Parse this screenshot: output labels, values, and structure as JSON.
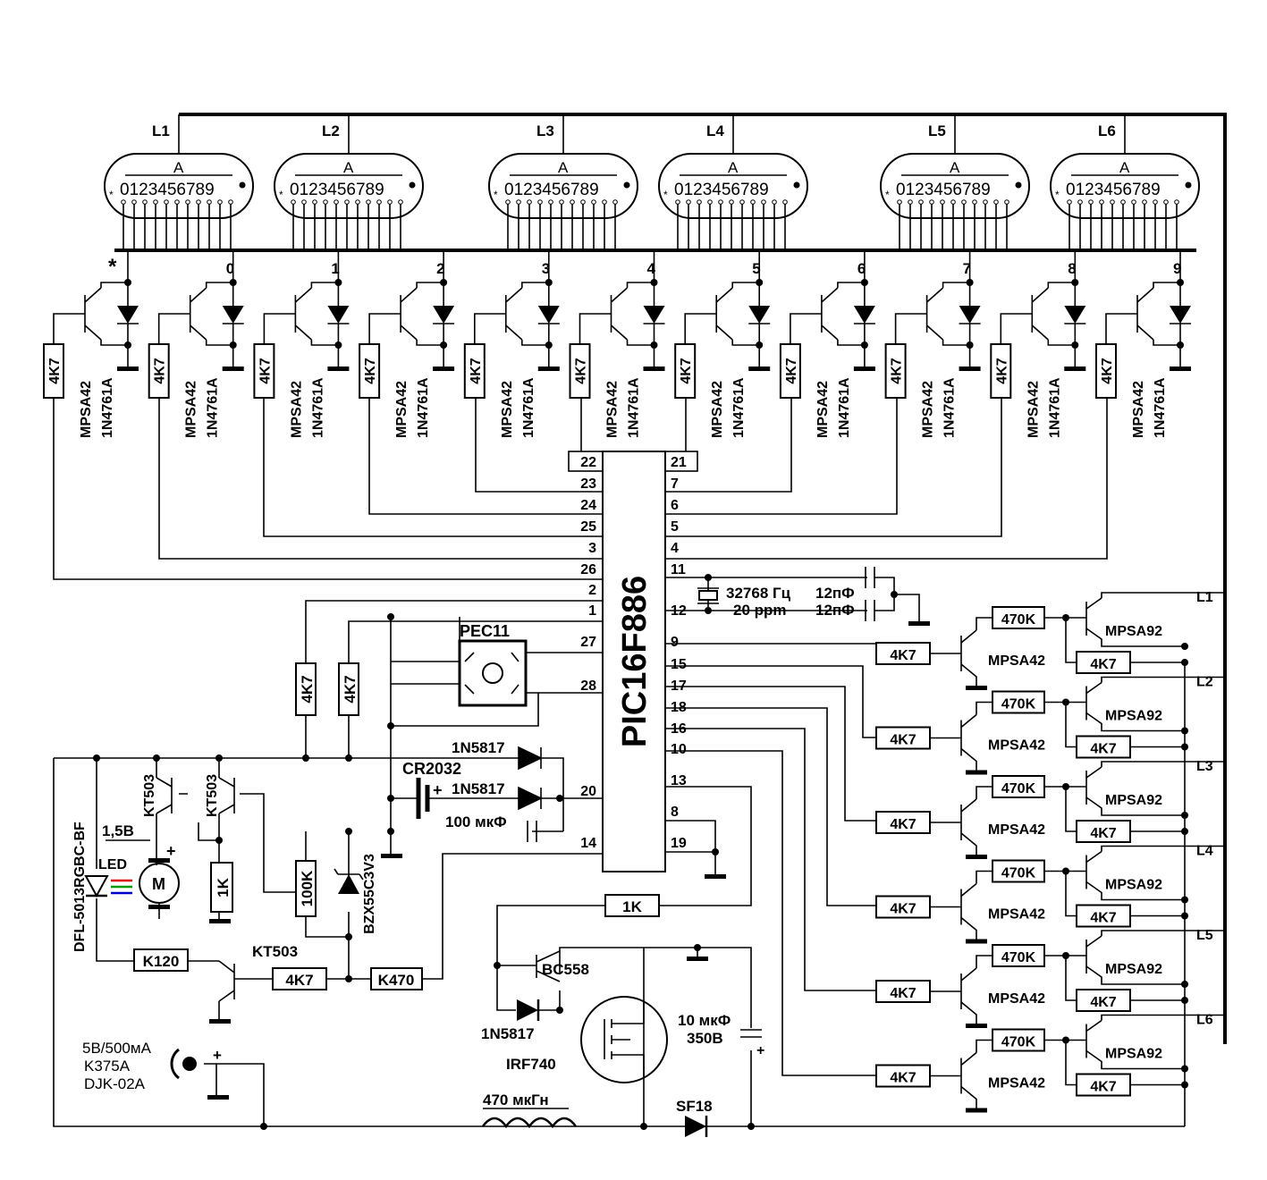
{
  "anodes": [
    "L1",
    "L2",
    "L3",
    "L4",
    "L5",
    "L6"
  ],
  "tube": {
    "anode_label": "A",
    "digits": "0123456789",
    "star": "*"
  },
  "cathode_labels": [
    "*",
    "0",
    "1",
    "2",
    "3",
    "4",
    "5",
    "6",
    "7",
    "8",
    "9"
  ],
  "cathode_driver": {
    "resistor": "4K7",
    "transistor": "MPSA42",
    "zener": "1N4761A"
  },
  "mcu": {
    "name": "PIC16F886",
    "left_pins": [
      "22",
      "23",
      "24",
      "25",
      "3",
      "26",
      "2",
      "1",
      "27",
      "28",
      "20",
      "14"
    ],
    "right_pins": [
      "21",
      "7",
      "6",
      "5",
      "4",
      "11",
      "12",
      "9",
      "15",
      "17",
      "18",
      "16",
      "10",
      "13",
      "8",
      "19"
    ]
  },
  "crystal": {
    "freq": "32768 Гц",
    "ppm": "20 ppm",
    "cap1": "12пФ",
    "cap2": "12пФ"
  },
  "anode_driver": {
    "r_base": "4K7",
    "r_470": "470K",
    "r_pull": "4K7",
    "npn": "MPSA42",
    "pnp": "MPSA92"
  },
  "encoder": "PEC11",
  "power": {
    "battery": "CR2032",
    "diode1": "1N5817",
    "diode2": "1N5817",
    "cap": "100 мкФ",
    "zener": "BZX55C3V3",
    "r1": "4K7",
    "r2": "4K7",
    "r_100k": "100K",
    "plus": "+"
  },
  "motor_block": {
    "t1": "KT503",
    "t2": "KT503",
    "t3": "KT503",
    "motor": "M",
    "voltage": "1,5В",
    "r_1k": "1K",
    "led_part": "DFL-5013RGBC-BF",
    "led_text": "LED",
    "r_k120": "K120",
    "r_4k7": "4K7",
    "r_k470": "K470"
  },
  "boost": {
    "r_1k": "1K",
    "pnp": "BC558",
    "diode": "1N5817",
    "mosfet": "IRF740",
    "cap_val": "10 мкФ",
    "cap_v": "350В",
    "inductor": "470 мкГн",
    "diode_hv": "SF18"
  },
  "input": {
    "line1": "5В/500мА",
    "line2": "K375A",
    "line3": "DJK-02A",
    "plus": "+"
  }
}
